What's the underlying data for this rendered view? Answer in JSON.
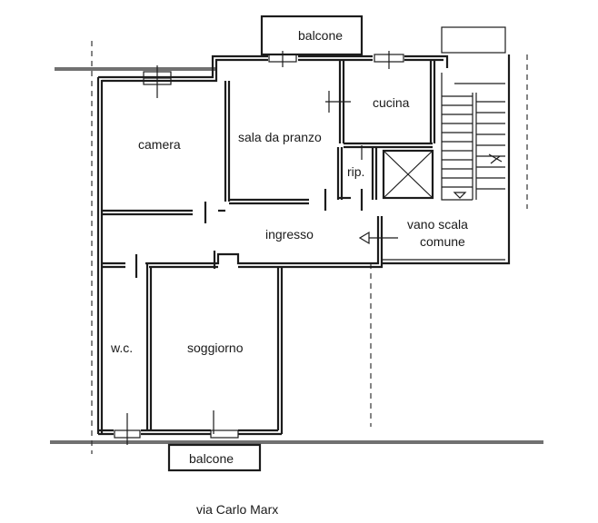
{
  "rooms": {
    "balcone_top": "balcone",
    "cucina": "cucina",
    "camera": "camera",
    "sala_da_pranzo": "sala da pranzo",
    "rip": "rip.",
    "ingresso": "ingresso",
    "vano_scala_line1": "vano scala",
    "vano_scala_line2": "comune",
    "wc": "w.c.",
    "soggiorno": "soggiorno",
    "balcone_bottom": "balcone"
  },
  "street": "via Carlo Marx"
}
